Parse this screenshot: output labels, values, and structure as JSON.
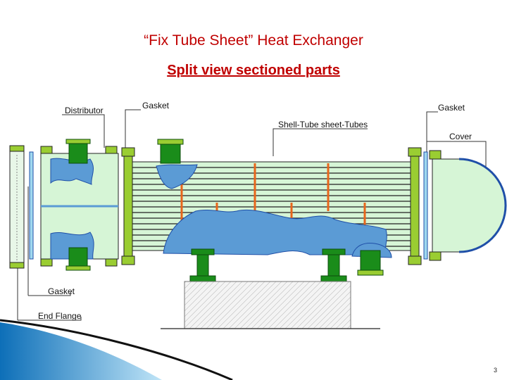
{
  "slide": {
    "title": "“Fix Tube Sheet” Heat Exchanger",
    "subtitle": "Split view sectioned parts",
    "page_number": "3"
  },
  "labels": {
    "distributor": "Distributor",
    "gasket_left": "Gasket",
    "gasket_right": "Gasket",
    "shell_tube": "Shell-Tube sheet-Tubes",
    "cover": "Cover",
    "gasket_bottom": "Gasket",
    "end_flange": "End Flange"
  },
  "colors": {
    "title_red": "#c00000",
    "light_green": "#d6f5d6",
    "tube_sheet_green": "#9acd32",
    "nozzle_green": "#1a8c1a",
    "fluid_blue": "#5b9bd5",
    "baffle_orange": "#e8651b",
    "gasket_blue": "#1f4fa8"
  }
}
